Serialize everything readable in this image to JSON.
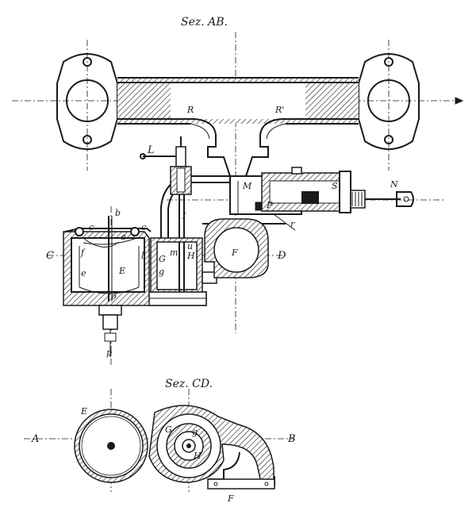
{
  "section_titles": {
    "top": "Sez. AB.",
    "bottom": "Sez. CD."
  },
  "labels": {
    "L": "L",
    "R": "R",
    "R_prime": "R'",
    "M": "M",
    "S": "S",
    "N": "N",
    "b": "b",
    "c_left": "c",
    "c_right": "c",
    "C": "C",
    "D": "D",
    "E": "E",
    "e": "e",
    "F": "F",
    "G": "G",
    "g": "g",
    "H": "H",
    "I": "I",
    "m": "m",
    "u": "u",
    "o": "o",
    "p": "p",
    "f": "f",
    "l": "l",
    "a": "a",
    "P": "P",
    "r": "r",
    "A": "A",
    "B": "B",
    "E_bottom": "E",
    "F_bottom": "F",
    "G_bottom": "G",
    "g_bottom": "g",
    "H_bottom": "H"
  }
}
